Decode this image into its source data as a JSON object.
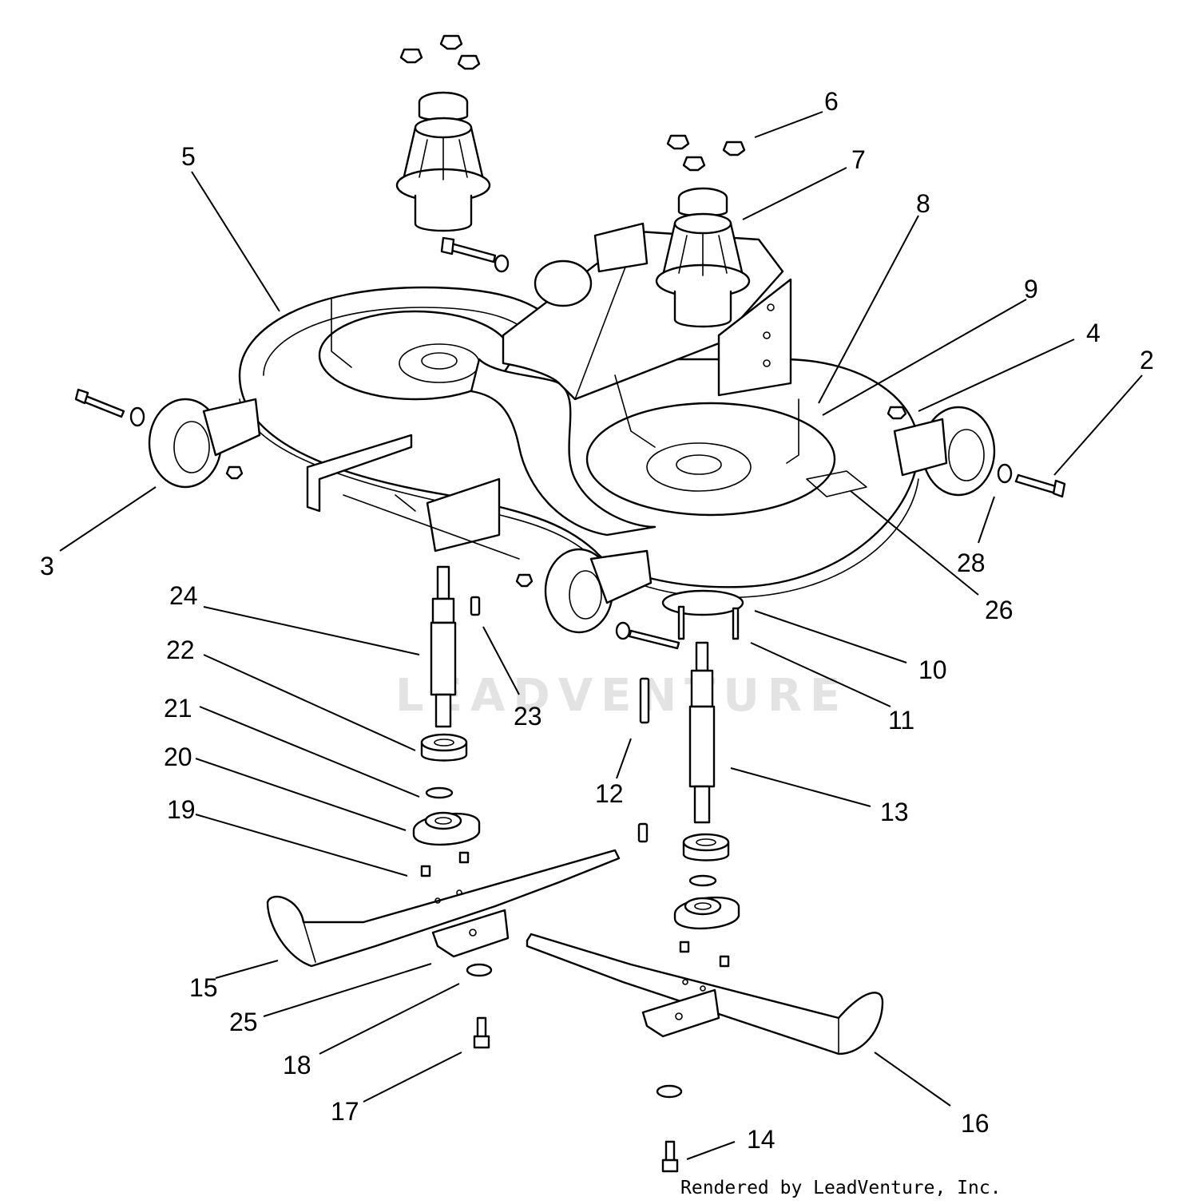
{
  "watermark": "LEADVENTURE",
  "credit": "Rendered by LeadVenture, Inc.",
  "callouts": [
    "2",
    "3",
    "4",
    "5",
    "6",
    "7",
    "8",
    "9",
    "10",
    "11",
    "12",
    "13",
    "14",
    "15",
    "16",
    "17",
    "18",
    "19",
    "20",
    "21",
    "22",
    "23",
    "24",
    "25",
    "26",
    "28"
  ]
}
